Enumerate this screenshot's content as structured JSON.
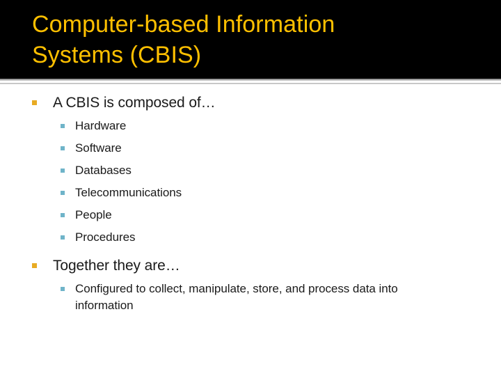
{
  "slide": {
    "title": "Computer-based Information\nSystems (CBIS)",
    "title_color": "#FFC000",
    "title_band_color": "#000000",
    "background_color": "#FFFFFF",
    "bullet_level1_color": "#E8AB23",
    "bullet_level2_color": "#6FB4C9",
    "body_text_color": "#1A1A1A"
  },
  "sections": [
    {
      "heading": "A CBIS is composed of…",
      "items": [
        "Hardware",
        "Software",
        "Databases",
        "Telecommunications",
        "People",
        "Procedures"
      ]
    },
    {
      "heading": "Together they are…",
      "items": [
        "Configured to collect, manipulate, store, and process data into information"
      ]
    }
  ]
}
